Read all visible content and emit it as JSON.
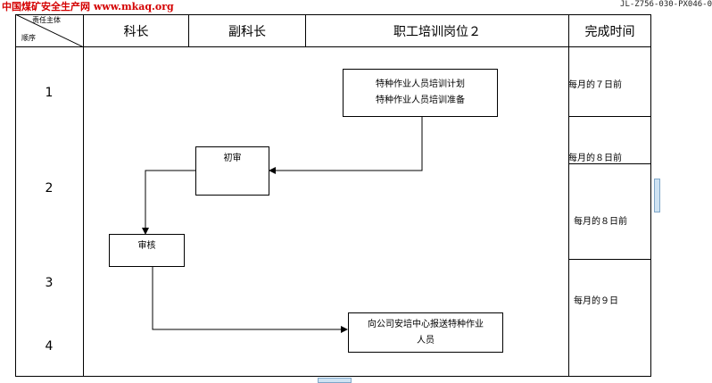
{
  "header": {
    "watermark": "中国煤矿安全生产网 www.mkaq.org",
    "doc_number": "JL-Z756-030-PX046-0"
  },
  "table": {
    "corner_top": "责任主体",
    "corner_bottom": "顺序",
    "columns": [
      "科长",
      "副科长",
      "职工培训岗位２",
      "完成时间"
    ],
    "rows": [
      "1",
      "2",
      "3",
      "4"
    ]
  },
  "boxes": {
    "plan": [
      "特种作业人员培训计划",
      "特种作业人员培训准备"
    ],
    "first_review": "初审",
    "review": "审核",
    "report": [
      "向公司安培中心报送特种作业",
      "人员"
    ]
  },
  "times": [
    "每月的７日前",
    "每月的８日前",
    "每月的８日前",
    "每月的９日"
  ]
}
